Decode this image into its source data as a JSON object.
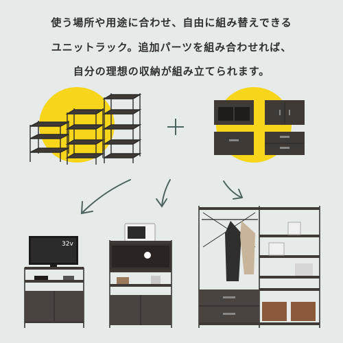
{
  "caption": {
    "line1": "使う場所や用途に合わせ、自由に組み替えできる",
    "line2": "ユニットラック。追加パーツを組み合わせれば、",
    "line3": "自分の理想の収納が組み立てられます。"
  },
  "tv_screen_label": "32v",
  "colors": {
    "background": "#e6eae8",
    "accent_yellow": "#f6d51a",
    "dark_wood": "#3f3a36",
    "frame": "#2a2a2a",
    "arrow": "#4c6360"
  },
  "icons": [
    "plus-icon",
    "arrow-down-left-icon",
    "arrow-down-icon",
    "arrow-down-right-icon"
  ]
}
